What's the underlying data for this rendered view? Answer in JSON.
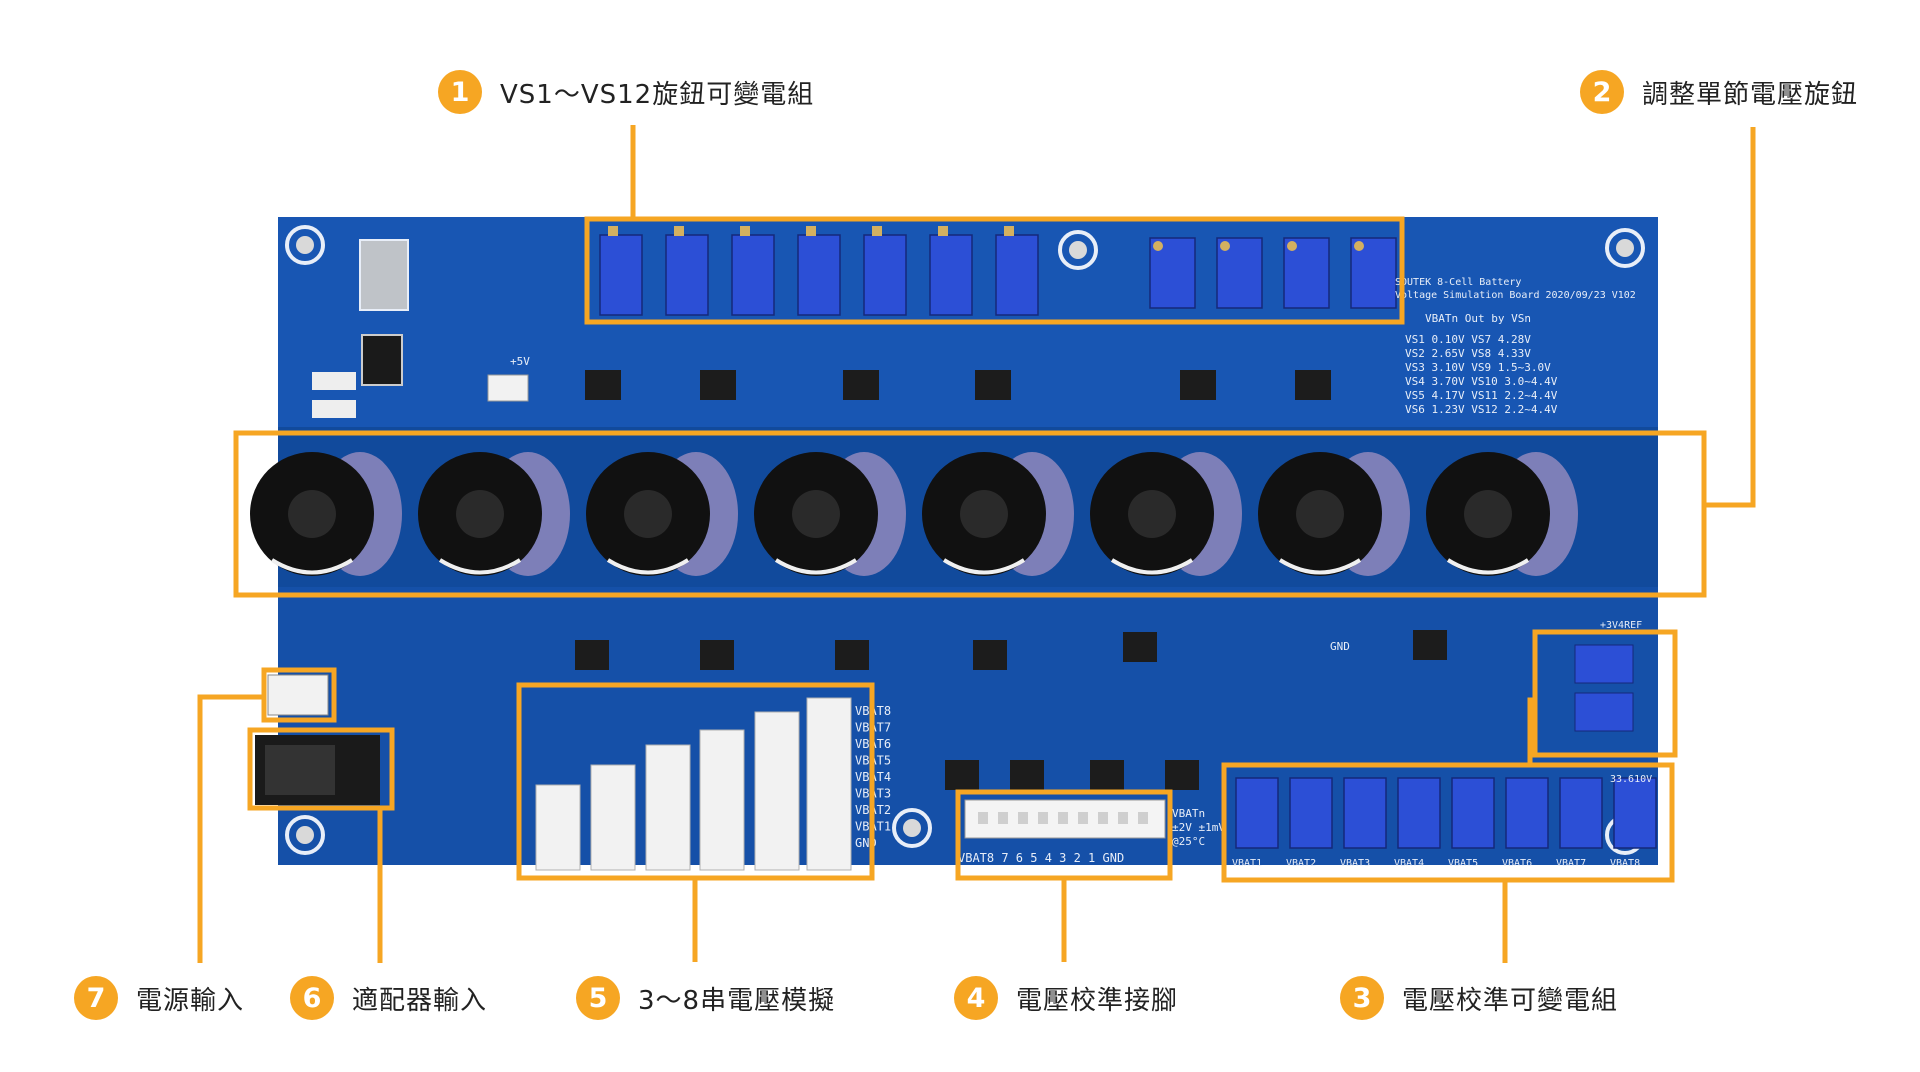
{
  "colors": {
    "accent": "#f6a623",
    "board": "#1550a8",
    "board_dark": "#0e3f8c",
    "silkscreen": "#e8eef8",
    "potentiometer": "#2c4fd6",
    "knob": "#111111",
    "connector": "#f2f2f2",
    "label_text": "#222222"
  },
  "callouts": [
    {
      "num": "1",
      "label": "VS1～VS12旋鈕可變電組"
    },
    {
      "num": "2",
      "label": "調整單節電壓旋鈕"
    },
    {
      "num": "3",
      "label": "電壓校準可變電組"
    },
    {
      "num": "4",
      "label": "電壓校準接腳"
    },
    {
      "num": "5",
      "label": "3～8串電壓模擬"
    },
    {
      "num": "6",
      "label": "適配器輸入"
    },
    {
      "num": "7",
      "label": "電源輸入"
    }
  ],
  "board": {
    "title_line1": "SOUTEK  8-Cell Battery",
    "title_line2": "Voltage Simulation Board 2020/09/23 V102",
    "table_title": "VBATn Out by VSn",
    "table_rows": [
      "VS1  0.10V  VS7    4.28V",
      "VS2  2.65V  VS8    4.33V",
      "VS3  3.10V  VS9  1.5~3.0V",
      "VS4  3.70V  VS10 3.0~4.4V",
      "VS5  4.17V  VS11 2.2~4.4V",
      "VS6  1.23V  VS12 2.2~4.4V"
    ],
    "vbat_labels": [
      "VBAT8",
      "VBAT7",
      "VBAT6",
      "VBAT5",
      "VBAT4",
      "VBAT3",
      "VBAT2",
      "VBAT1",
      "GND"
    ],
    "calib_labels": [
      "VBAT1",
      "VBAT2",
      "VBAT3",
      "VBAT4",
      "VBAT5",
      "VBAT6",
      "VBAT7",
      "VBAT8"
    ],
    "calib_note": [
      "VBATn",
      "±2V ±1mV",
      "@25°C"
    ],
    "pin_label": "VBAT8 7 6 5 4 3 2 1 GND",
    "gnd_label": "GND",
    "v5_label": "+5V",
    "tp_label": "33.610V",
    "ref_label": "+3V4REF"
  }
}
